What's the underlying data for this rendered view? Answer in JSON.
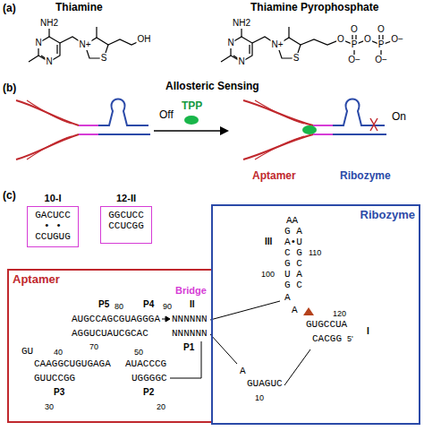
{
  "diagram": {
    "nodes": [
      {
        "text": [
          "10-I",
          "GACUCC",
          "• •",
          "CCUGUG"
        ]
      },
      {
        "text": [
          "12-II",
          "GGCUCC",
          "CCUCGG"
        ]
      },
      {
        "text": [
          "Aptamer"
        ]
      },
      {
        "text": [
          "Ribozyme"
        ]
      }
    ],
    "labels": [
      "(a)",
      "Thiamine",
      "Thiamine Pyrophosphate",
      "NH2",
      "N",
      "N",
      "N+",
      "S",
      "OH",
      "NH2",
      "N",
      "N",
      "N+",
      "S",
      "O",
      "P",
      "O",
      "O−",
      "O",
      "P",
      "O",
      "O−",
      "O−",
      "(b)",
      "Allosteric Sensing",
      "Off",
      "TPP",
      "On",
      "Aptamer",
      "Ribozyme",
      "(c)",
      "Bridge",
      "II",
      "P5",
      "80",
      "P4",
      "90",
      "AUGCCAGCGUAGGGA",
      "NNNNNN",
      "AGGUCUAUCGCAC",
      "NNNNNN",
      "70",
      "P1",
      "GU",
      "40",
      "50",
      "CAAGGCUGUGAGA",
      "AUACCCG",
      "GUUCCGG",
      "UGGGGC",
      "P3",
      "P2",
      "30",
      "20",
      "AA",
      "G A",
      "A•U",
      "C G",
      "G C",
      "U A",
      "G C",
      "III",
      "110",
      "100",
      "A",
      "A",
      "120",
      "GUGCCUA",
      "CACGG",
      "5'",
      "I",
      "A",
      "GUAGUC",
      "10"
    ]
  }
}
